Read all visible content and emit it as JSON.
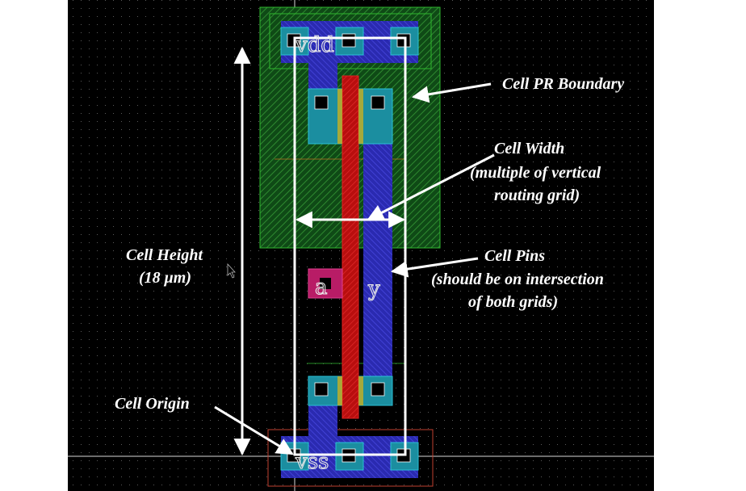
{
  "annotations": {
    "cell_pr_boundary": "Cell PR Boundary",
    "cell_width": "Cell Width",
    "cell_width_note_1": "(multiple of vertical",
    "cell_width_note_2": "routing grid)",
    "cell_height": "Cell Height",
    "cell_height_value": "(18 μm)",
    "cell_pins": "Cell Pins",
    "cell_pins_note_1": "(should be on intersection",
    "cell_pins_note_2": "of both grids)",
    "cell_origin": "Cell Origin"
  },
  "labels": {
    "vdd": "vdd",
    "vss": "vss",
    "pin_a": "a",
    "pin_y": "y"
  },
  "colors": {
    "background": "#000000",
    "nwell": "#1f7a1f",
    "metal1": "#3a3acc",
    "diffusion": "#1a8fa0",
    "poly": "#d01010",
    "contact": "#000000",
    "boundary": "#ffffff",
    "pin_a": "#c0206a"
  }
}
